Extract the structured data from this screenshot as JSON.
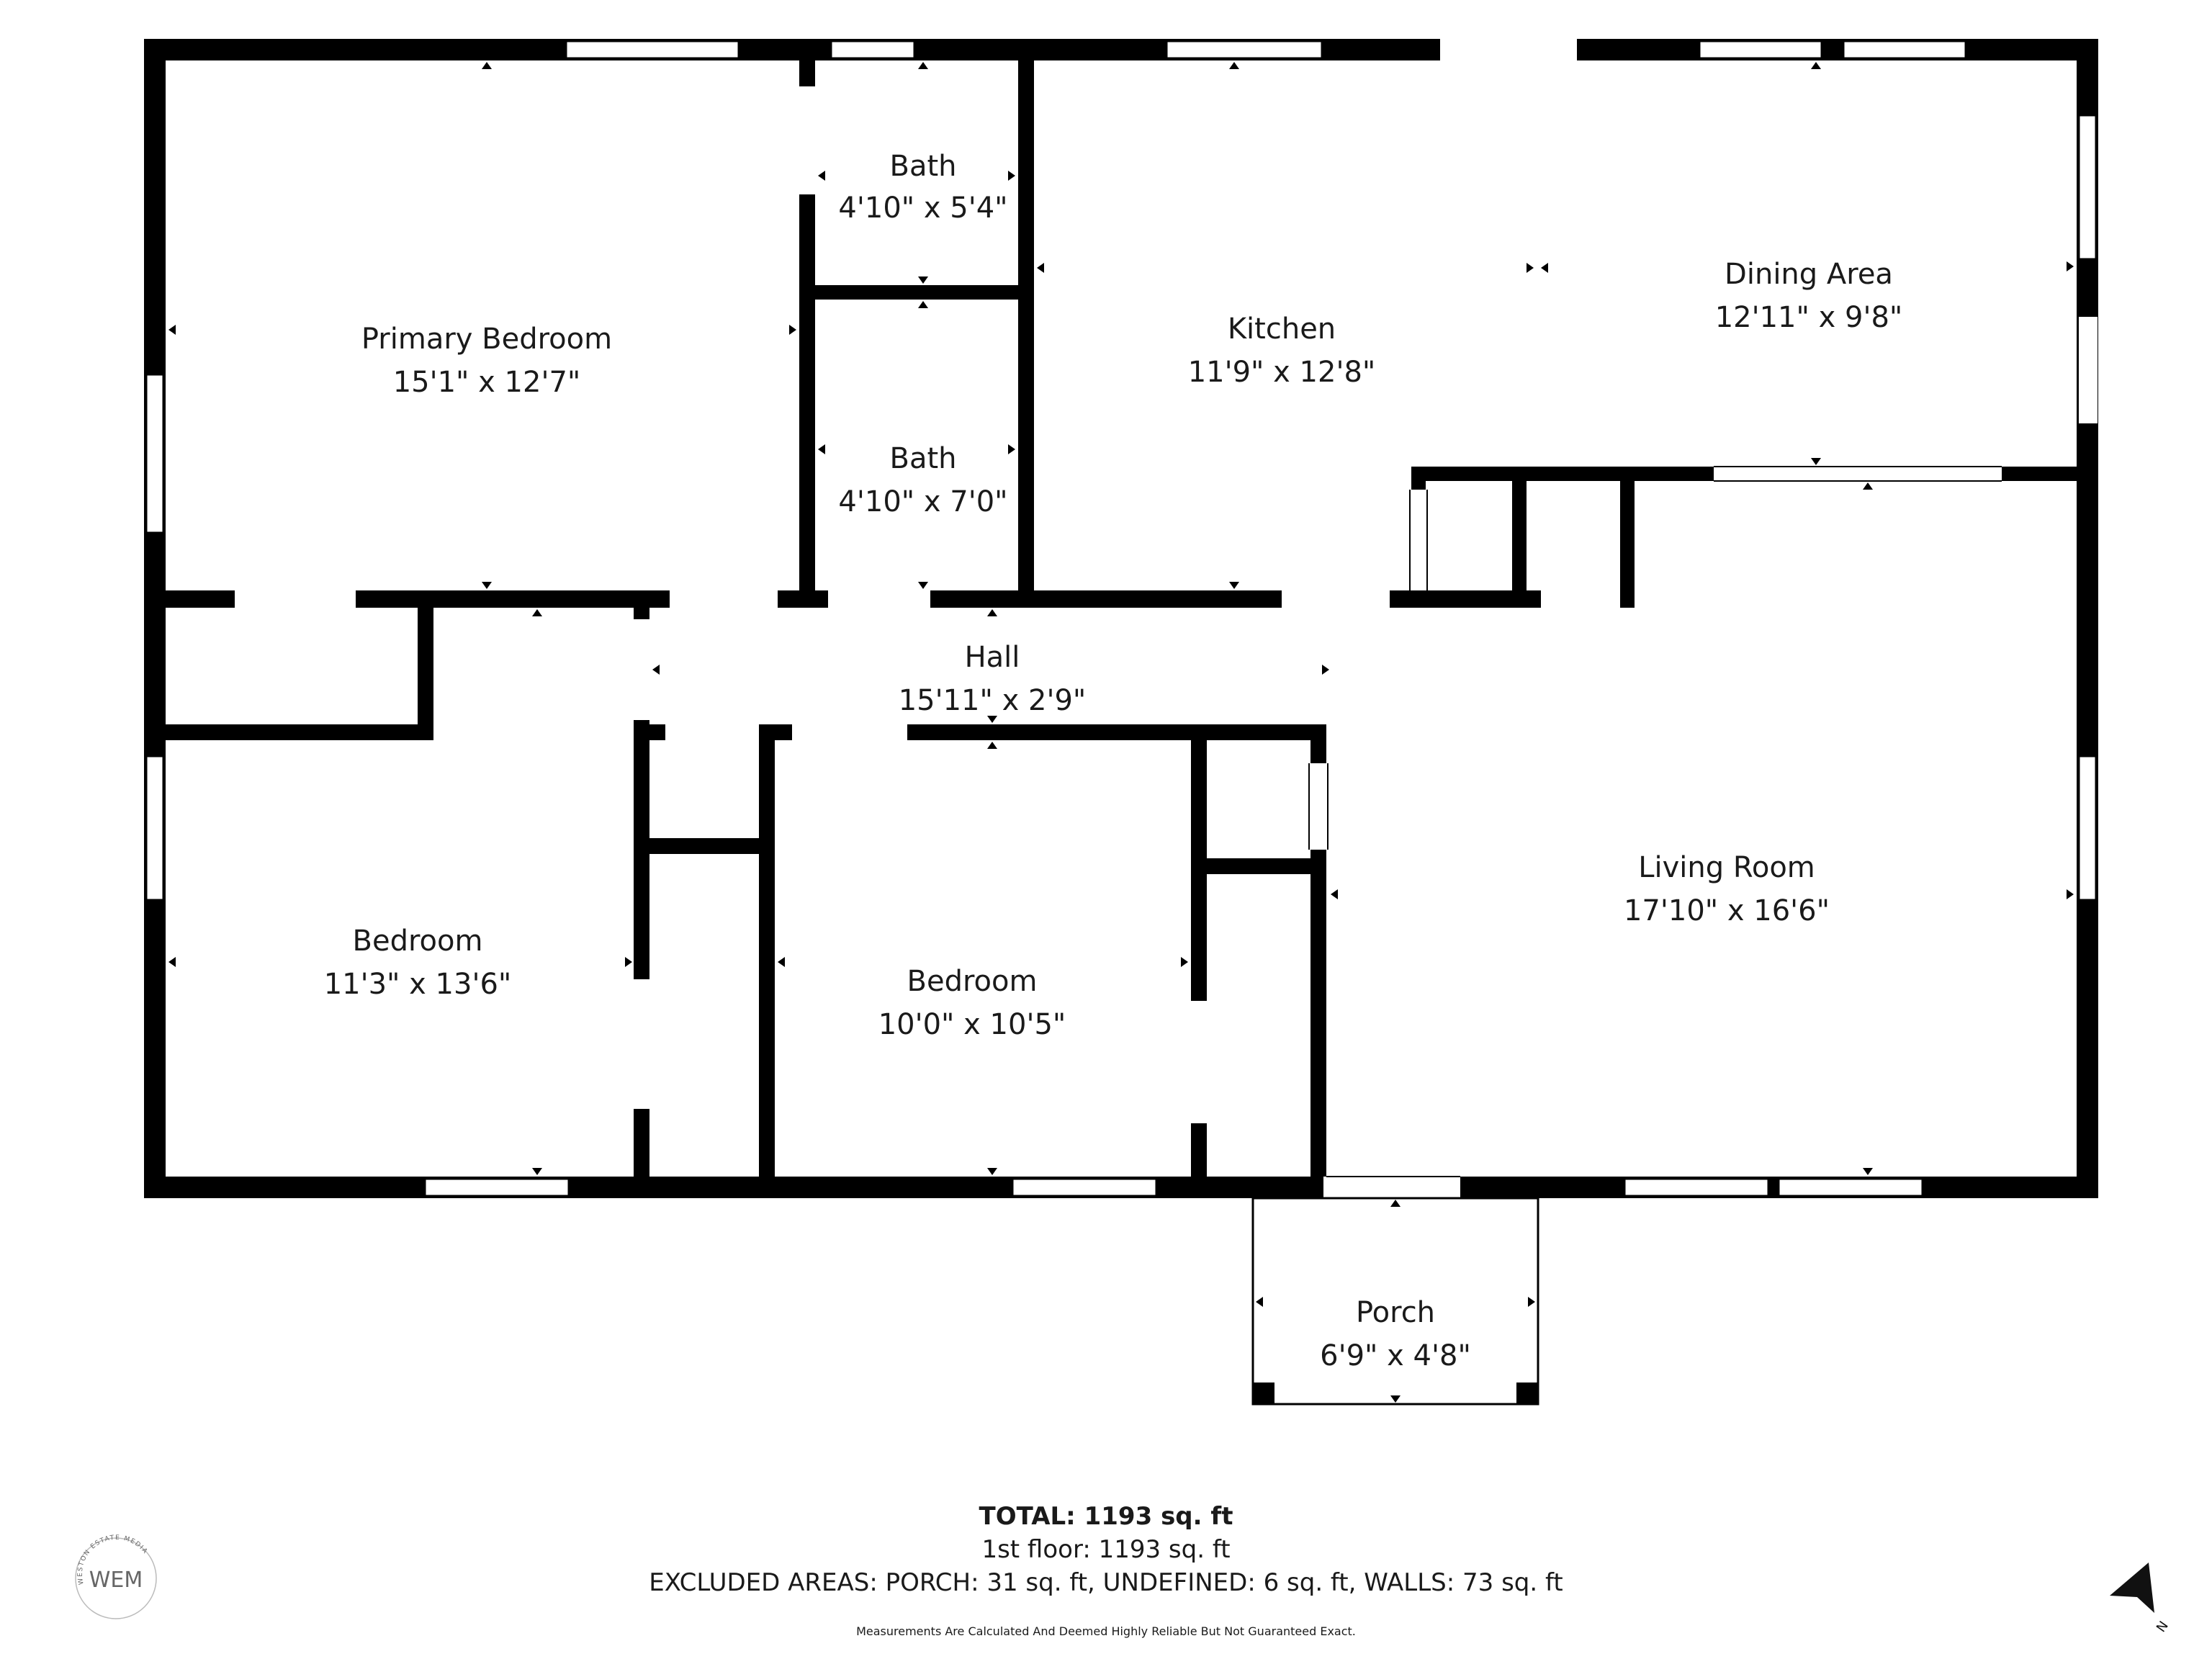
{
  "rooms": {
    "primary_bedroom": {
      "name": "Primary Bedroom",
      "dims": "15'1\" x 12'7\""
    },
    "bath_upper": {
      "name": "Bath",
      "dims": "4'10\" x 5'4\""
    },
    "bath_lower": {
      "name": "Bath",
      "dims": "4'10\" x 7'0\""
    },
    "kitchen": {
      "name": "Kitchen",
      "dims": "11'9\" x 12'8\""
    },
    "dining": {
      "name": "Dining Area",
      "dims": "12'11\" x 9'8\""
    },
    "hall": {
      "name": "Hall",
      "dims": "15'11\" x 2'9\""
    },
    "bedroom_left": {
      "name": "Bedroom",
      "dims": "11'3\" x 13'6\""
    },
    "bedroom_middle": {
      "name": "Bedroom",
      "dims": "10'0\" x 10'5\""
    },
    "living": {
      "name": "Living Room",
      "dims": "17'10\" x 16'6\""
    },
    "porch": {
      "name": "Porch",
      "dims": "6'9\" x 4'8\""
    }
  },
  "summary": {
    "total": "TOTAL: 1193 sq. ft",
    "floor1": "1st floor: 1193 sq. ft",
    "excluded": "EXCLUDED AREAS: PORCH: 31 sq. ft, UNDEFINED: 6 sq. ft, WALLS: 73 sq. ft",
    "disclaimer": "Measurements Are Calculated And Deemed Highly Reliable But Not Guaranteed Exact."
  },
  "logo": {
    "initials": "WEM",
    "ring_text": "WESTON ESTATE MEDIA"
  },
  "compass": {
    "label": "N",
    "icon": "north-arrow-icon"
  },
  "colors": {
    "wall": "#000000",
    "background": "#ffffff",
    "text": "#1a1a1a"
  }
}
